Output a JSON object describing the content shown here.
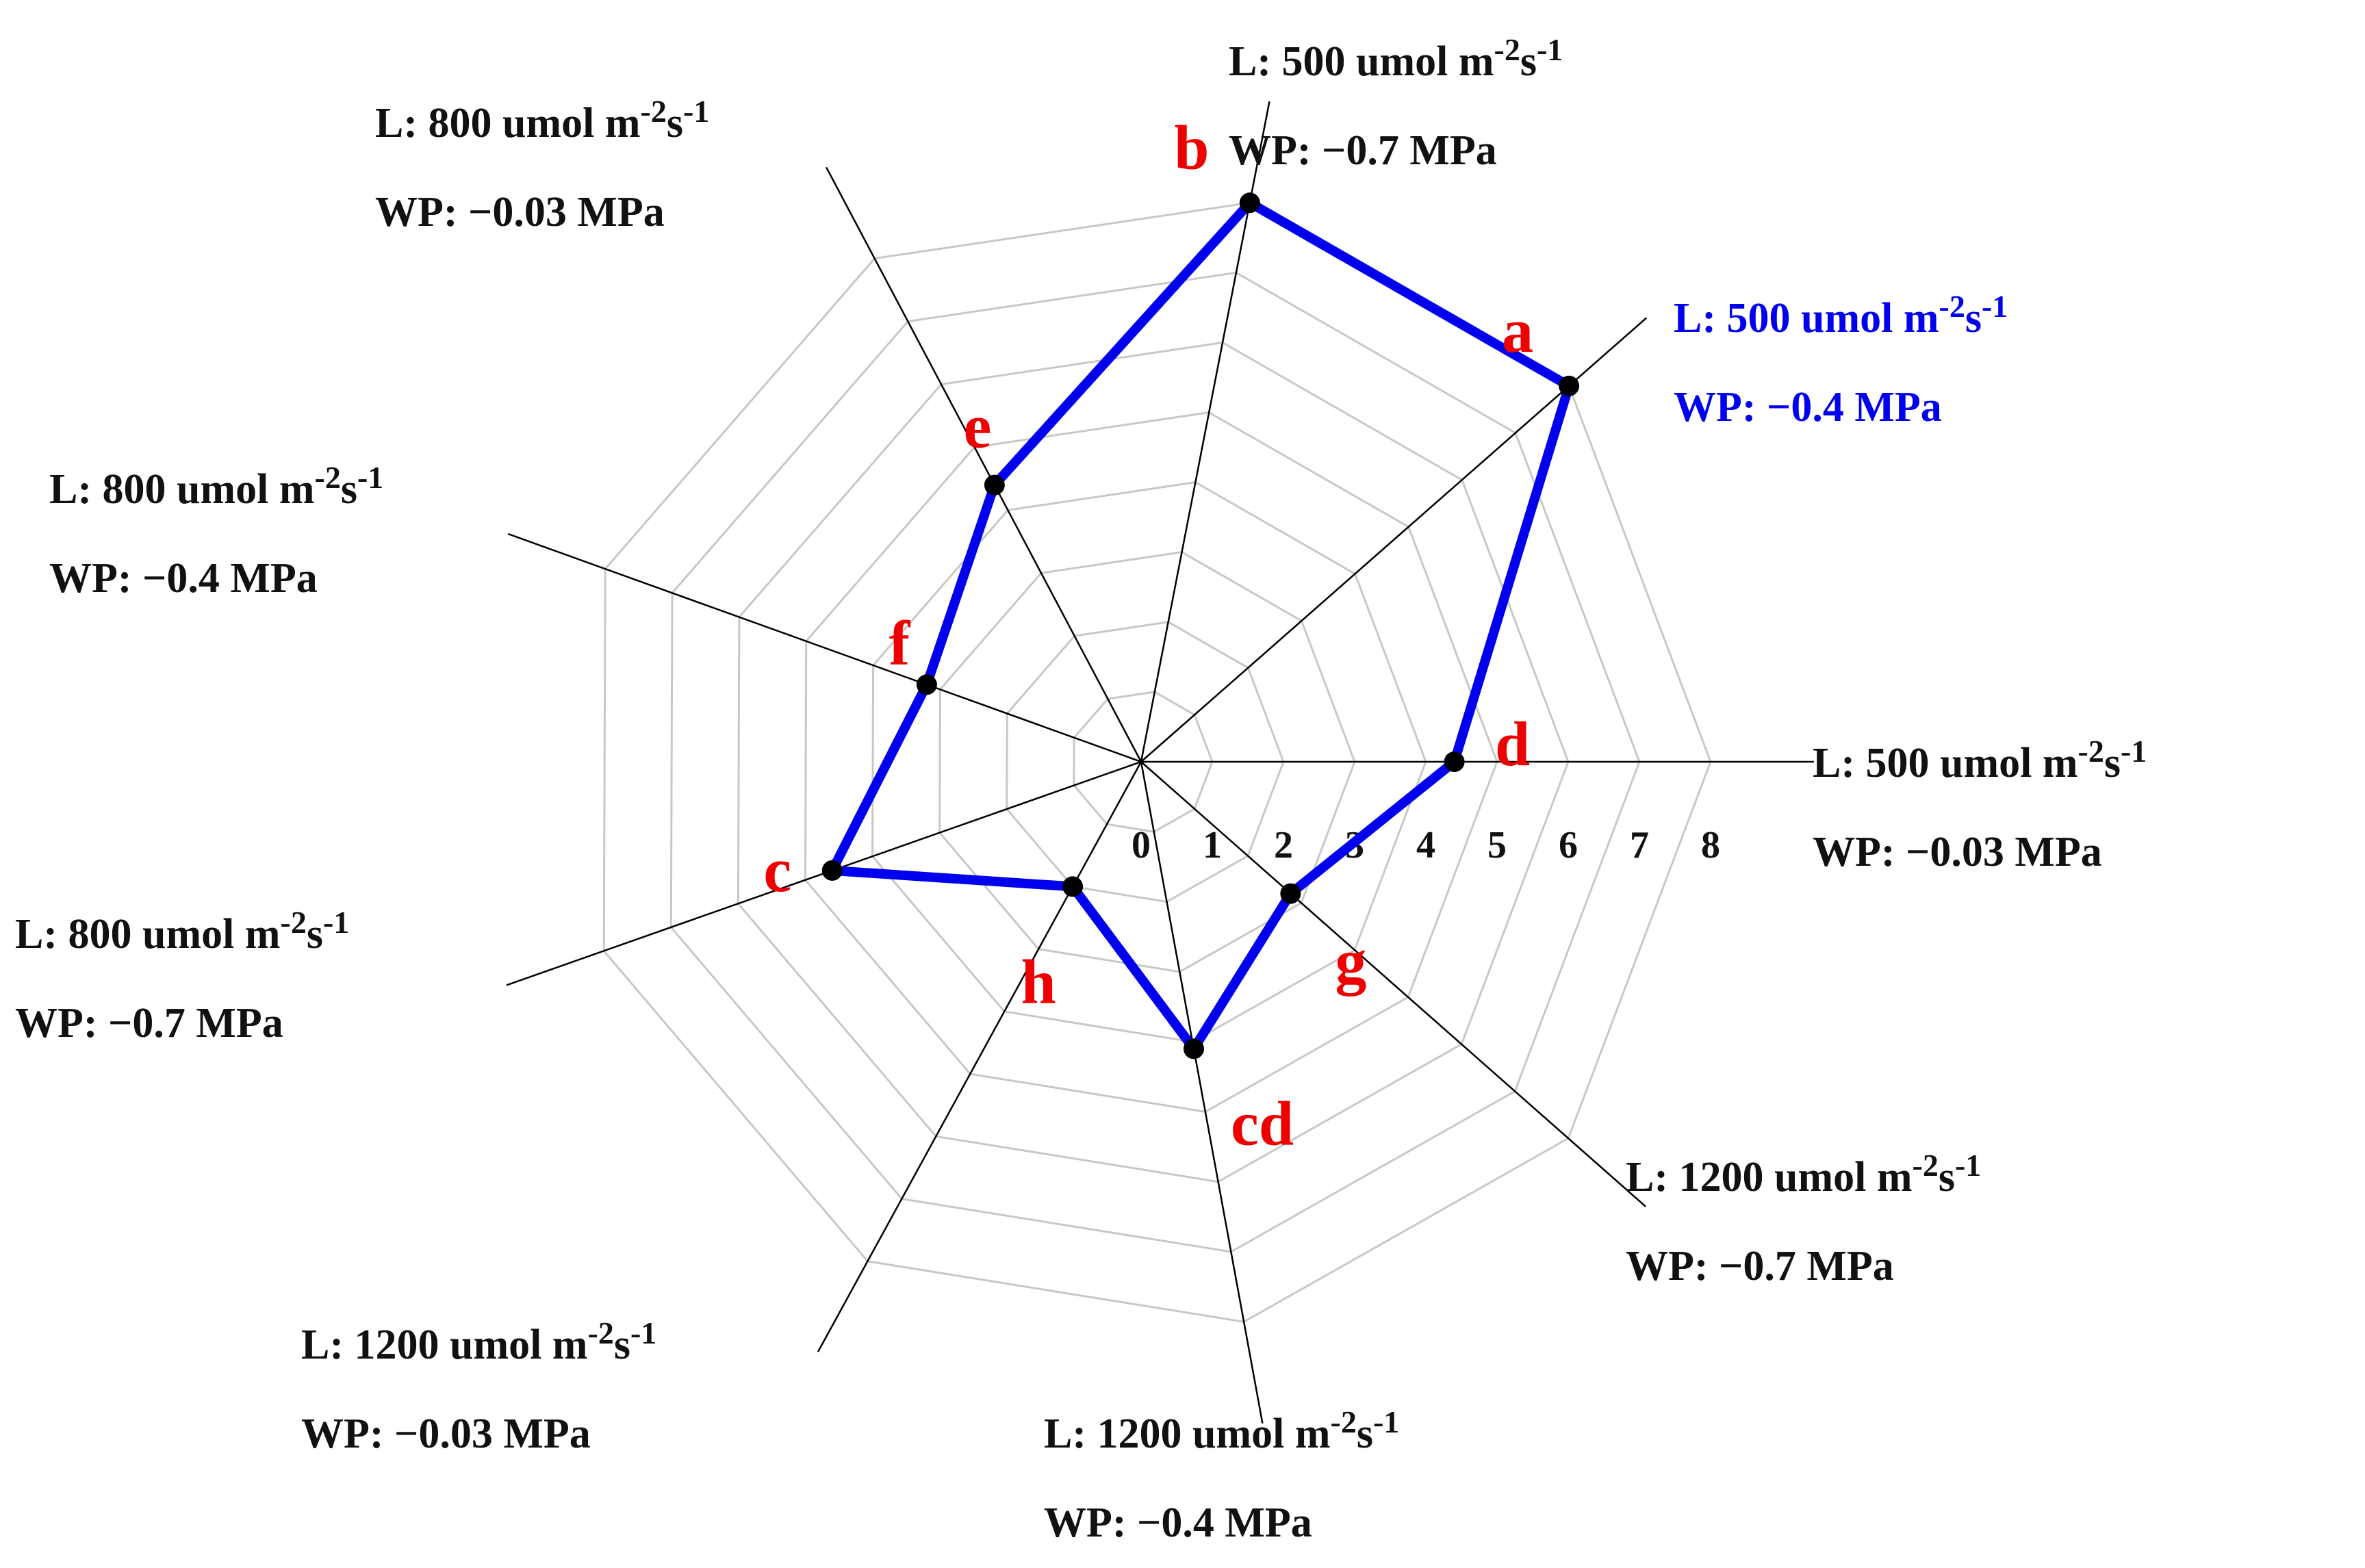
{
  "chart_data": {
    "type": "radar",
    "r_range": [
      0,
      8
    ],
    "ticks": [
      "0",
      "1",
      "2",
      "3",
      "4",
      "5",
      "6",
      "7",
      "8"
    ],
    "grid": true,
    "axes": [
      {
        "id": "a",
        "light": "L: 500 umol m",
        "exp1": "-2",
        "mid": "s",
        "exp2": "-1",
        "wp": "WP: −0.4 MPa",
        "value": 8.0,
        "letter": "a",
        "highlight": true
      },
      {
        "id": "b",
        "light": "L: 500 umol m",
        "exp1": "-2",
        "mid": "s",
        "exp2": "-1",
        "wp": "WP: −0.7 MPa",
        "value": 8.0,
        "letter": "b",
        "highlight": false
      },
      {
        "id": "e",
        "light": "L: 800 umol m",
        "exp1": "-2",
        "mid": "s",
        "exp2": "-1",
        "wp": "WP: −0.03 MPa",
        "value": 4.4,
        "letter": "e",
        "highlight": false
      },
      {
        "id": "f",
        "light": "L: 800 umol m",
        "exp1": "-2",
        "mid": "s",
        "exp2": "-1",
        "wp": "WP: −0.4 MPa",
        "value": 3.2,
        "letter": "f",
        "highlight": false
      },
      {
        "id": "c",
        "light": "L: 800 umol m",
        "exp1": "-2",
        "mid": "s",
        "exp2": "-1",
        "wp": "WP: −0.7 MPa",
        "value": 4.6,
        "letter": "c",
        "highlight": false
      },
      {
        "id": "h",
        "light": "L: 1200 umol m",
        "exp1": "-2",
        "mid": "s",
        "exp2": "-1",
        "wp": "WP: −0.03 MPa",
        "value": 2.0,
        "letter": "h",
        "highlight": false
      },
      {
        "id": "cd",
        "light": "L: 1200 umol m",
        "exp1": "-2",
        "mid": "s",
        "exp2": "-1",
        "wp": "WP: −0.4 MPa",
        "value": 4.1,
        "letter": "cd",
        "highlight": false
      },
      {
        "id": "g",
        "light": "L: 1200 umol m",
        "exp1": "-2",
        "mid": "s",
        "exp2": "-1",
        "wp": "WP: −0.7 MPa",
        "value": 2.8,
        "letter": "g",
        "highlight": false
      },
      {
        "id": "d",
        "light": "L: 500 umol m",
        "exp1": "-2",
        "mid": "s",
        "exp2": "-1",
        "wp": "WP: −0.03 MPa",
        "value": 4.4,
        "letter": "d",
        "highlight": false
      }
    ],
    "series": [
      {
        "values": [
          8.0,
          8.0,
          4.4,
          3.2,
          4.6,
          2.0,
          4.1,
          2.8,
          4.4
        ]
      }
    ]
  },
  "colors": {
    "series_line": "#0000ee",
    "marker": "#000000",
    "letter": "#ee0000",
    "grid": "#c8c8c8",
    "axis": "#000000",
    "label": "#111111",
    "highlight_label": "#0000ee"
  }
}
